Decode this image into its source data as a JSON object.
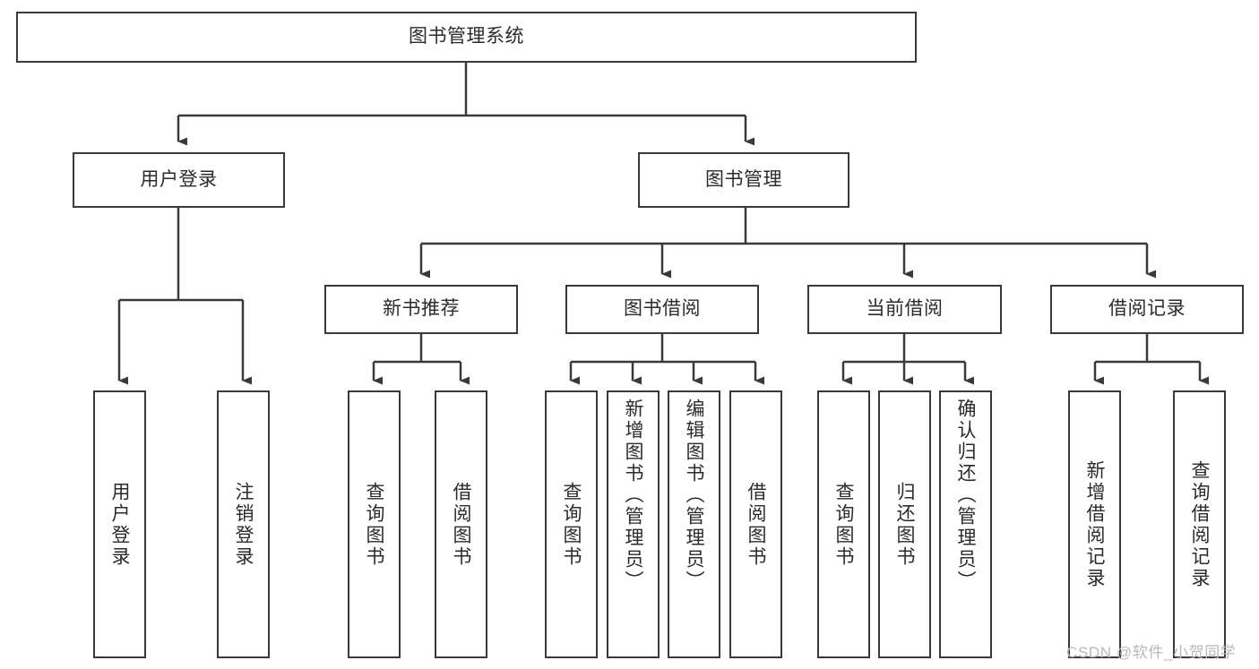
{
  "diagram": {
    "type": "tree-hierarchy",
    "title": "图书管理系统",
    "root": {
      "id": "root",
      "label": "图书管理系统",
      "orientation": "horizontal"
    },
    "level2": [
      {
        "id": "user-login",
        "label": "用户登录",
        "orientation": "horizontal"
      },
      {
        "id": "book-manage",
        "label": "图书管理",
        "orientation": "horizontal"
      }
    ],
    "level3": [
      {
        "id": "new-book-recommend",
        "label": "新书推荐",
        "orientation": "horizontal",
        "parent": "book-manage"
      },
      {
        "id": "book-borrow",
        "label": "图书借阅",
        "orientation": "horizontal",
        "parent": "book-manage"
      },
      {
        "id": "current-borrow",
        "label": "当前借阅",
        "orientation": "horizontal",
        "parent": "book-manage"
      },
      {
        "id": "borrow-record",
        "label": "借阅记录",
        "orientation": "horizontal",
        "parent": "book-manage"
      }
    ],
    "leaves": [
      {
        "id": "leaf-user-login",
        "label": "用户登录",
        "parent": "user-login",
        "orientation": "vertical"
      },
      {
        "id": "leaf-logout",
        "label": "注销登录",
        "parent": "user-login",
        "orientation": "vertical"
      },
      {
        "id": "leaf-query-book-1",
        "label": "查询图书",
        "parent": "new-book-recommend",
        "orientation": "vertical"
      },
      {
        "id": "leaf-borrow-book-1",
        "label": "借阅图书",
        "parent": "new-book-recommend",
        "orientation": "vertical"
      },
      {
        "id": "leaf-query-book-2",
        "label": "查询图书",
        "parent": "book-borrow",
        "orientation": "vertical"
      },
      {
        "id": "leaf-add-book",
        "label": "新增图书（管理员）",
        "parent": "book-borrow",
        "orientation": "vertical"
      },
      {
        "id": "leaf-edit-book",
        "label": "编辑图书（管理员）",
        "parent": "book-borrow",
        "orientation": "vertical"
      },
      {
        "id": "leaf-borrow-book-2",
        "label": "借阅图书",
        "parent": "book-borrow",
        "orientation": "vertical"
      },
      {
        "id": "leaf-query-book-3",
        "label": "查询图书",
        "parent": "current-borrow",
        "orientation": "vertical"
      },
      {
        "id": "leaf-return-book",
        "label": "归还图书",
        "parent": "current-borrow",
        "orientation": "vertical"
      },
      {
        "id": "leaf-confirm-return",
        "label": "确认归还（管理员）",
        "parent": "current-borrow",
        "orientation": "vertical"
      },
      {
        "id": "leaf-add-record",
        "label": "新增借阅记录",
        "parent": "borrow-record",
        "orientation": "vertical"
      },
      {
        "id": "leaf-query-record",
        "label": "查询借阅记录",
        "parent": "borrow-record",
        "orientation": "vertical"
      }
    ]
  },
  "watermark": {
    "text": "CSDN @软件_小贺同学"
  },
  "colors": {
    "stroke": "#3a3a3a",
    "fill": "#ffffff",
    "text": "#2b2b2b",
    "watermark": "#b9b9b9"
  }
}
